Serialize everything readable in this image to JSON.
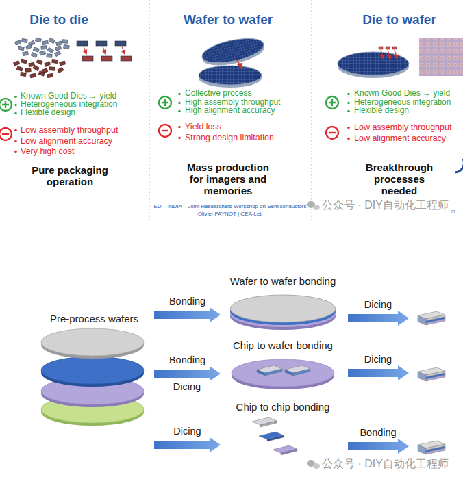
{
  "diagram": {
    "nodes": [
      {
        "text": [
          "Pre-process wafers"
        ]
      },
      {
        "text": [
          "Wafer to wafer bonding"
        ]
      },
      {
        "text": [
          "Chip to wafer bonding"
        ]
      },
      {
        "text": [
          "Chip to chip bonding"
        ]
      }
    ],
    "edges": [
      {
        "from": 0,
        "to": 1,
        "arrow": "to",
        "label": "Bonding"
      },
      {
        "from": 0,
        "to": 2,
        "arrow": "to",
        "label": "Bonding"
      },
      {
        "from": 0,
        "to": 3,
        "arrow": "to",
        "label": "Dicing"
      }
    ],
    "labels": [
      "Die to die",
      "Wafer to wafer",
      "Die to wafer",
      "Known Good Dies → yield",
      "Heterogeneous integration",
      "Flexible design",
      "Low assembly throughput",
      "Low alignment accuracy",
      "Very high cost",
      "Pure packaging operation",
      "Collective process",
      "High assembly throughput",
      "High alignment accuracy",
      "Yield loss",
      "Strong design limitation",
      "Mass production for imagers and memories",
      "Known Good Dies → yield",
      "Heterogeneous integration",
      "Flexible design",
      "Low assembly throughput",
      "Low alignment accuracy",
      "Breakthrough processes needed",
      "EU – INDIA – Joint Researchers Workshop on Semiconductors",
      "Olivier FAYNOT | CEA-Leti",
      "11",
      "公众号 · DIY自动化工程师",
      "Dicing",
      "Dicing",
      "Dicing",
      "Bonding",
      "公众号 · DIY自动化工程师"
    ]
  }
}
